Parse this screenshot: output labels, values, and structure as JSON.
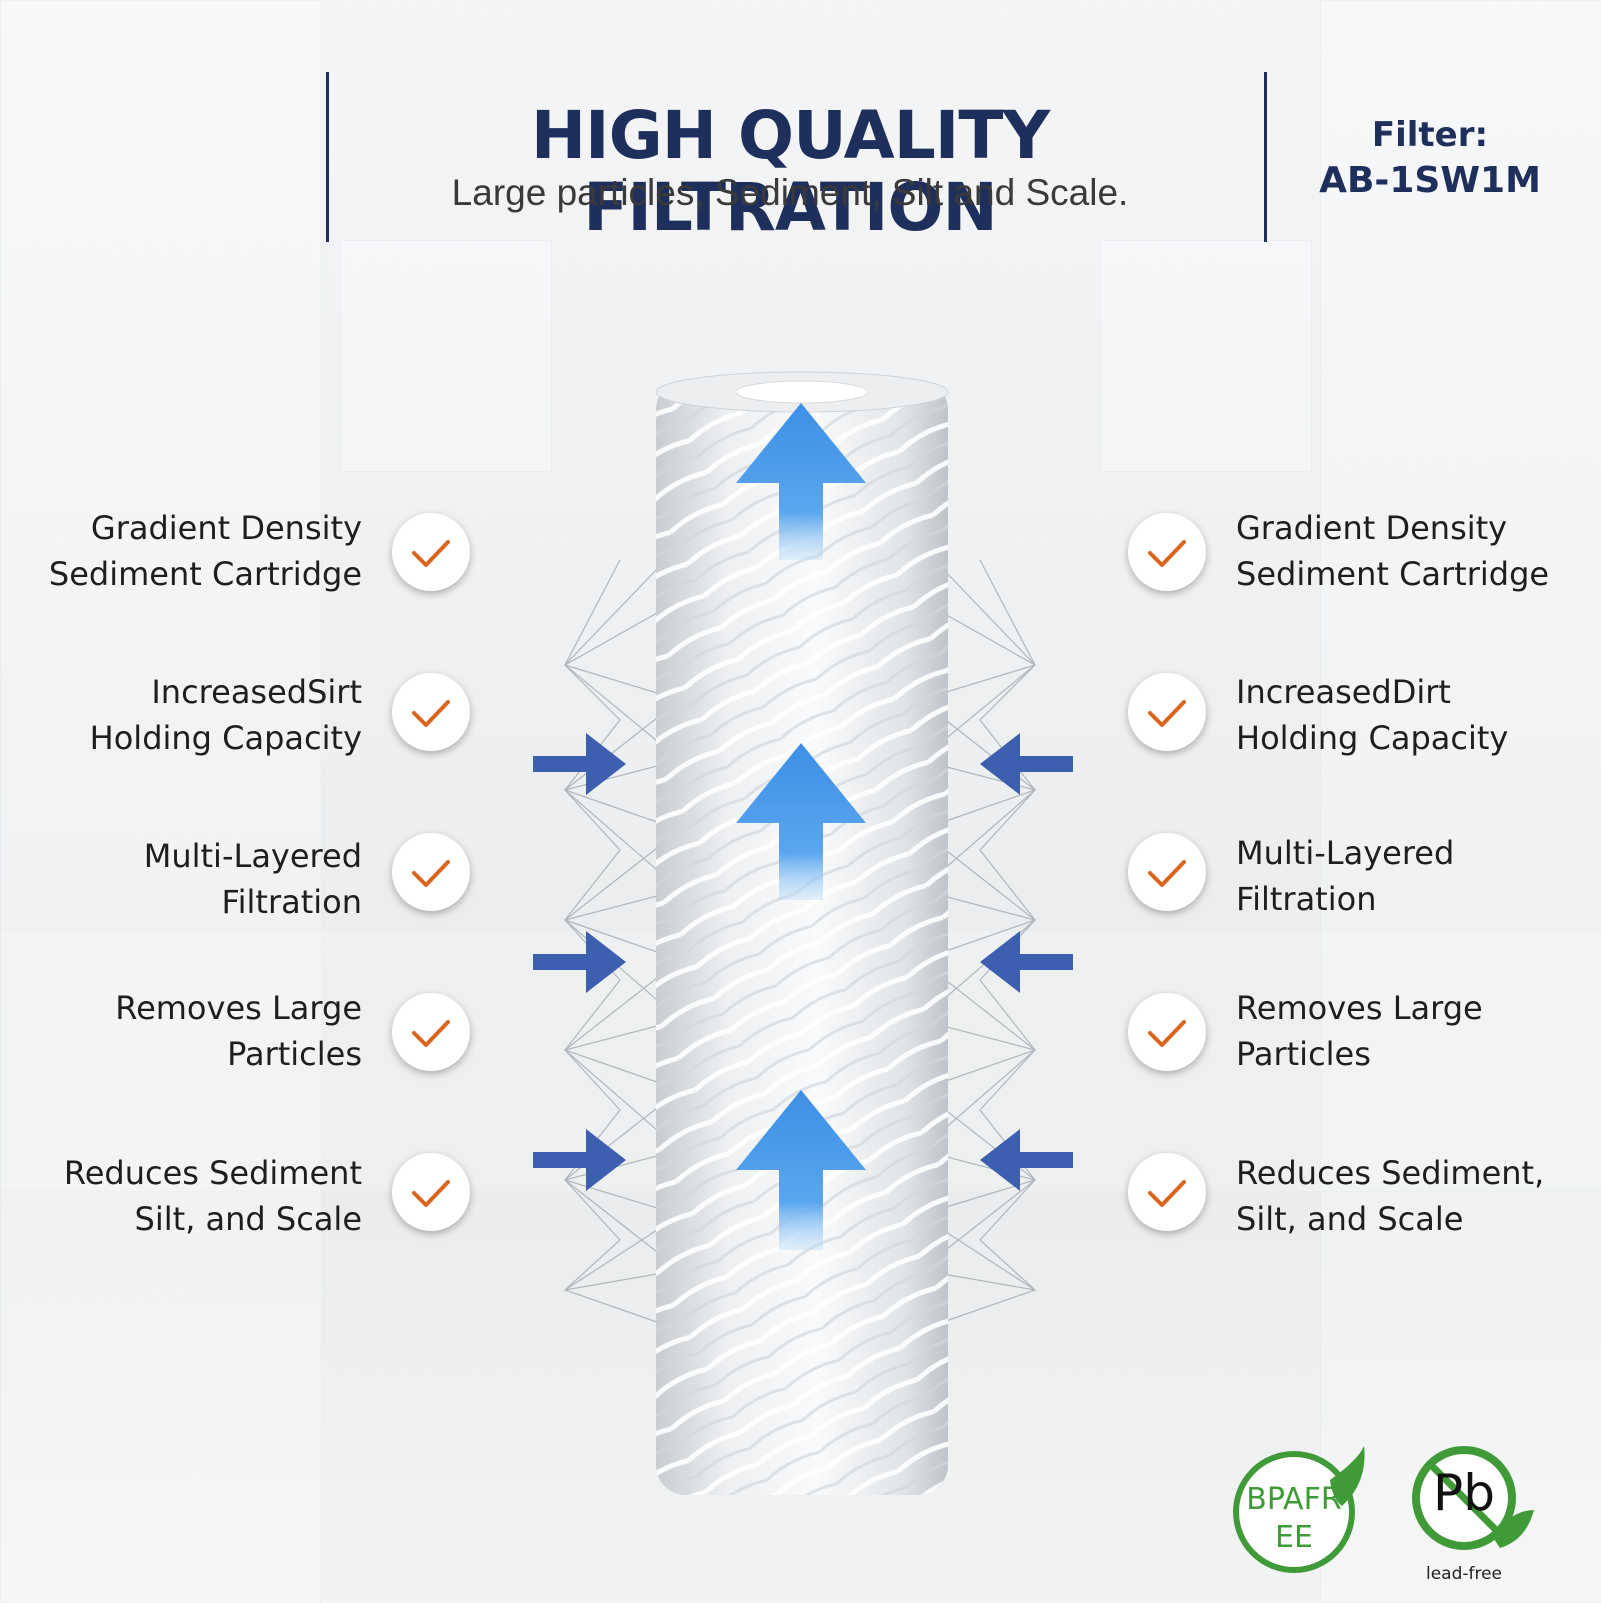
{
  "header": {
    "title": "HIGH QUALITY FILTRATION",
    "subtitle": "Large particles, Sediment, Silt and Scale."
  },
  "filter": {
    "label": "Filter:",
    "model": "AB-1SW1M"
  },
  "features_left": [
    {
      "line1": "Gradient Density",
      "line2": "Sediment Cartridge"
    },
    {
      "line1": "IncreasedSirt",
      "line2": "Holding Capacity"
    },
    {
      "line1": "Multi-Layered",
      "line2": "Filtration"
    },
    {
      "line1": "Removes Large",
      "line2": "Particles"
    },
    {
      "line1": "Reduces Sediment",
      "line2": "Silt, and Scale"
    }
  ],
  "features_right": [
    {
      "line1": "Gradient Density",
      "line2": "Sediment Cartridge"
    },
    {
      "line1": "IncreasedDirt",
      "line2": "Holding Capacity"
    },
    {
      "line1": "Multi-Layered",
      "line2": "Filtration"
    },
    {
      "line1": "Removes Large",
      "line2": "Particles"
    },
    {
      "line1": "Reduces Sediment,",
      "line2": "Silt, and Scale"
    }
  ],
  "badges": {
    "bpa_line1": "BPAFR",
    "bpa_line2": "EE",
    "lead_symbol": "Pb",
    "lead_caption": "lead-free"
  },
  "colors": {
    "title": "#1f2f5c",
    "check": "#d9661f",
    "flow_arrow": "#3d8fe6",
    "inflow_arrow": "#3c5fb0",
    "badge_green": "#3f9a37"
  },
  "icons": {
    "check": "check-icon",
    "flow": "arrow-up-icon",
    "inflow": "arrow-in-icon",
    "bpa": "bpa-free-badge-icon",
    "lead": "lead-free-badge-icon"
  }
}
